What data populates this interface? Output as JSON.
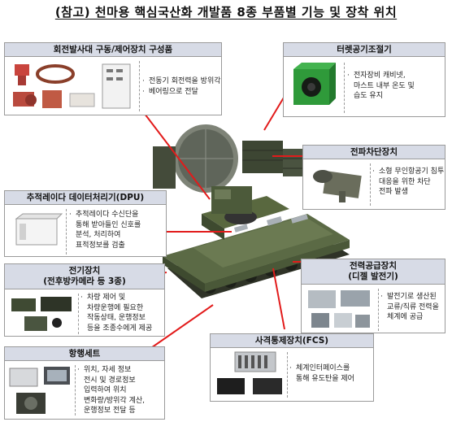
{
  "title": "(참고) 천마용 핵심국산화 개발품 8종 부품별 기능 및 장착 위치",
  "boxes": {
    "rotary": {
      "header": "회전발사대 구동/제어장치 구성품",
      "desc": [
        "전동기 회전력을 방위각",
        "베어링으로 전달"
      ]
    },
    "turret_ac": {
      "header": "터렛공기조절기",
      "desc": [
        "전자장비 캐비넷,",
        "마스트 내부 온도 및",
        "습도 유지"
      ]
    },
    "jammer": {
      "header": "전파차단장치",
      "desc": [
        "소형 무인항공기 침투",
        "대응을 위한 차단",
        "전파 발생"
      ]
    },
    "dpu": {
      "header": "추적레이다 데이터처리기(DPU)",
      "desc": [
        "추적레이다 수신단을",
        "통해 받아들인 신호를",
        "분석, 처리하여",
        "표적정보를 검출"
      ]
    },
    "electric": {
      "header": "전기장치",
      "subheader": "(전후방카메라 등 3종)",
      "desc": [
        "차량 제어 및",
        "차량운행에 필요한",
        "작동상태, 운행정보",
        "등을 조종수에게 제공"
      ]
    },
    "power": {
      "header": "전력공급장치",
      "subheader": "(디젤 발전기)",
      "desc": [
        "발전기로 생산된",
        "교류/직류 전력을",
        "체계에 공급"
      ]
    },
    "fcs": {
      "header": "사격통제장치(FCS)",
      "desc": [
        "체계인터페이스를",
        "통해 유도탄을 제어"
      ]
    },
    "nav": {
      "header": "항행세트",
      "desc": [
        "위치, 자세 정보",
        "전시 및 경로정보",
        "입력하여 위치",
        "변화량/방위각 계산,",
        "운행정보 전달 등"
      ]
    }
  },
  "colors": {
    "header_bg": "#d7dbe6",
    "leader": "#e21b1b",
    "vehicle": "#4c5a3a"
  }
}
